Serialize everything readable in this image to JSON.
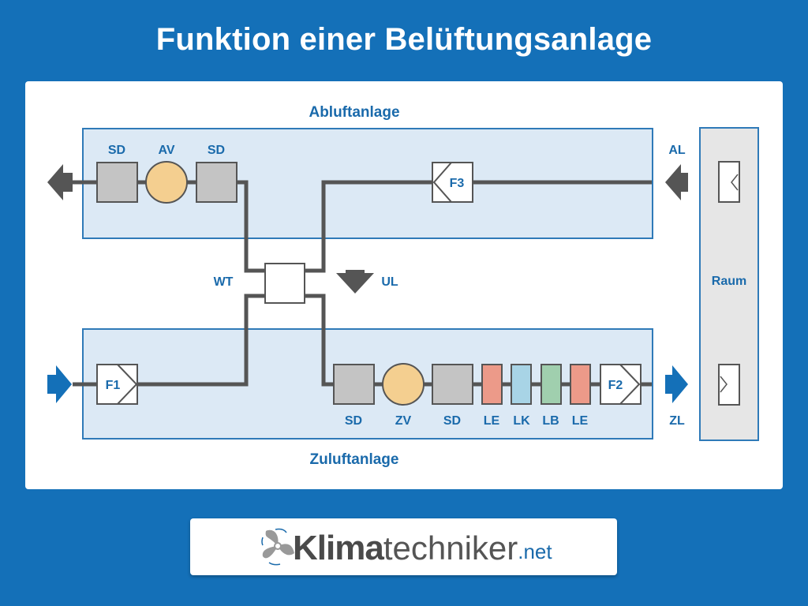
{
  "title": "Funktion einer Belüftungsanlage",
  "colors": {
    "background": "#1470b8",
    "section_fill": "#dce9f5",
    "section_border": "#2f7ab8",
    "label": "#1a6aab",
    "duct": "#555555",
    "damper": "#c4c4c4",
    "fan": "#f4cf90",
    "heater": "#ec9a89",
    "cooler": "#a8d4e6",
    "humidifier": "#a0cfae",
    "room_fill": "#e6e6e6"
  },
  "exhaust_section": {
    "label": "Abluftanlage",
    "components": [
      "SD",
      "AV",
      "SD"
    ],
    "filter": "F3",
    "inlet_label": "AL"
  },
  "heat_exchanger": {
    "label": "WT",
    "bypass_label": "UL"
  },
  "supply_section": {
    "label": "Zuluftanlage",
    "filter_in": "F1",
    "components": [
      "SD",
      "ZV",
      "SD",
      "LE",
      "LK",
      "LB",
      "LE"
    ],
    "filter_out": "F2",
    "outlet_label": "ZL"
  },
  "room": {
    "label": "Raum"
  },
  "footer": {
    "logo_bold": "Klima",
    "logo_regular": "techniker",
    "logo_suffix": ".net"
  }
}
